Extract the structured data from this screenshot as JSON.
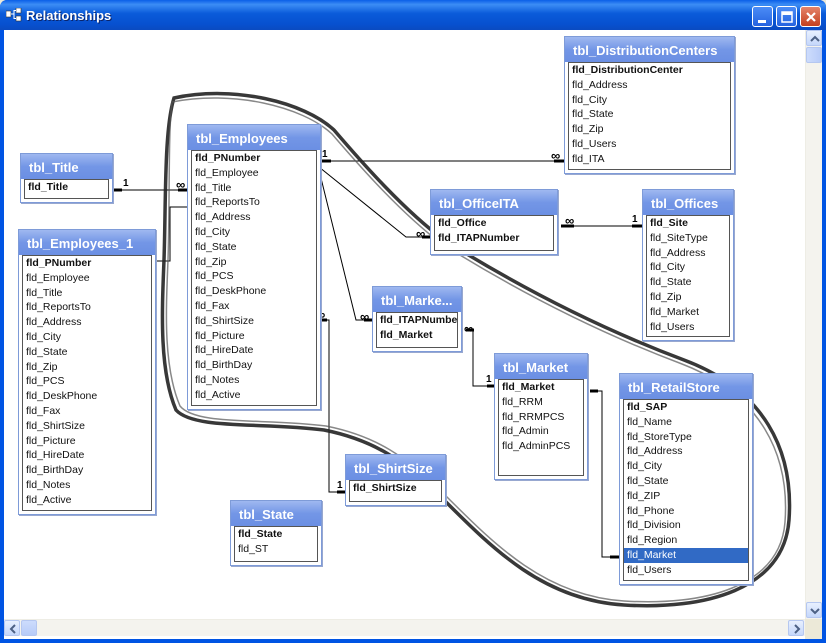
{
  "window": {
    "title": "Relationships"
  },
  "tables": [
    {
      "id": "title",
      "name": "tbl_Title",
      "fields": [
        {
          "name": "fld_Title",
          "key": true
        }
      ]
    },
    {
      "id": "employees",
      "name": "tbl_Employees",
      "fields": [
        {
          "name": "fld_PNumber",
          "key": true
        },
        {
          "name": "fld_Employee"
        },
        {
          "name": "fld_Title"
        },
        {
          "name": "fld_ReportsTo"
        },
        {
          "name": "fld_Address"
        },
        {
          "name": "fld_City"
        },
        {
          "name": "fld_State"
        },
        {
          "name": "fld_Zip"
        },
        {
          "name": "fld_PCS"
        },
        {
          "name": "fld_DeskPhone"
        },
        {
          "name": "fld_Fax"
        },
        {
          "name": "fld_ShirtSize"
        },
        {
          "name": "fld_Picture"
        },
        {
          "name": "fld_HireDate"
        },
        {
          "name": "fld_BirthDay"
        },
        {
          "name": "fld_Notes"
        },
        {
          "name": "fld_Active"
        }
      ]
    },
    {
      "id": "employees1",
      "name": "tbl_Employees_1",
      "fields": [
        {
          "name": "fld_PNumber",
          "key": true
        },
        {
          "name": "fld_Employee"
        },
        {
          "name": "fld_Title"
        },
        {
          "name": "fld_ReportsTo"
        },
        {
          "name": "fld_Address"
        },
        {
          "name": "fld_City"
        },
        {
          "name": "fld_State"
        },
        {
          "name": "fld_Zip"
        },
        {
          "name": "fld_PCS"
        },
        {
          "name": "fld_DeskPhone"
        },
        {
          "name": "fld_Fax"
        },
        {
          "name": "fld_ShirtSize"
        },
        {
          "name": "fld_Picture"
        },
        {
          "name": "fld_HireDate"
        },
        {
          "name": "fld_BirthDay"
        },
        {
          "name": "fld_Notes"
        },
        {
          "name": "fld_Active"
        }
      ]
    },
    {
      "id": "distcenters",
      "name": "tbl_DistributionCenters",
      "fields": [
        {
          "name": "fld_DistributionCenter",
          "key": true
        },
        {
          "name": "fld_Address"
        },
        {
          "name": "fld_City"
        },
        {
          "name": "fld_State"
        },
        {
          "name": "fld_Zip"
        },
        {
          "name": "fld_Users"
        },
        {
          "name": "fld_ITA"
        }
      ]
    },
    {
      "id": "officeita",
      "name": "tbl_OfficeITA",
      "fields": [
        {
          "name": "fld_Office",
          "key": true
        },
        {
          "name": "fld_ITAPNumber",
          "key": true
        }
      ]
    },
    {
      "id": "offices",
      "name": "tbl_Offices",
      "fields": [
        {
          "name": "fld_Site",
          "key": true
        },
        {
          "name": "fld_SiteType"
        },
        {
          "name": "fld_Address"
        },
        {
          "name": "fld_City"
        },
        {
          "name": "fld_State"
        },
        {
          "name": "fld_Zip"
        },
        {
          "name": "fld_Market"
        },
        {
          "name": "fld_Users"
        }
      ]
    },
    {
      "id": "marketita",
      "name": "tbl_Marke...",
      "fields": [
        {
          "name": "fld_ITAPNumber",
          "key": true
        },
        {
          "name": "fld_Market",
          "key": true
        }
      ]
    },
    {
      "id": "market",
      "name": "tbl_Market",
      "fields": [
        {
          "name": "fld_Market",
          "key": true
        },
        {
          "name": "fld_RRM"
        },
        {
          "name": "fld_RRMPCS"
        },
        {
          "name": "fld_Admin"
        },
        {
          "name": "fld_AdminPCS"
        }
      ]
    },
    {
      "id": "retail",
      "name": "tbl_RetailStore",
      "fields": [
        {
          "name": "fld_SAP",
          "key": true
        },
        {
          "name": "fld_Name"
        },
        {
          "name": "fld_StoreType"
        },
        {
          "name": "fld_Address"
        },
        {
          "name": "fld_City"
        },
        {
          "name": "fld_State"
        },
        {
          "name": "fld_ZIP"
        },
        {
          "name": "fld_Phone"
        },
        {
          "name": "fld_Division"
        },
        {
          "name": "fld_Region"
        },
        {
          "name": "fld_Market",
          "selected": true
        },
        {
          "name": "fld_Users"
        }
      ]
    },
    {
      "id": "shirtsize",
      "name": "tbl_ShirtSize",
      "fields": [
        {
          "name": "fld_ShirtSize",
          "key": true
        }
      ]
    },
    {
      "id": "state",
      "name": "tbl_State",
      "fields": [
        {
          "name": "fld_State",
          "key": true
        },
        {
          "name": "fld_ST"
        }
      ]
    }
  ],
  "relation_labels": {
    "one": "1",
    "many": "∞"
  }
}
